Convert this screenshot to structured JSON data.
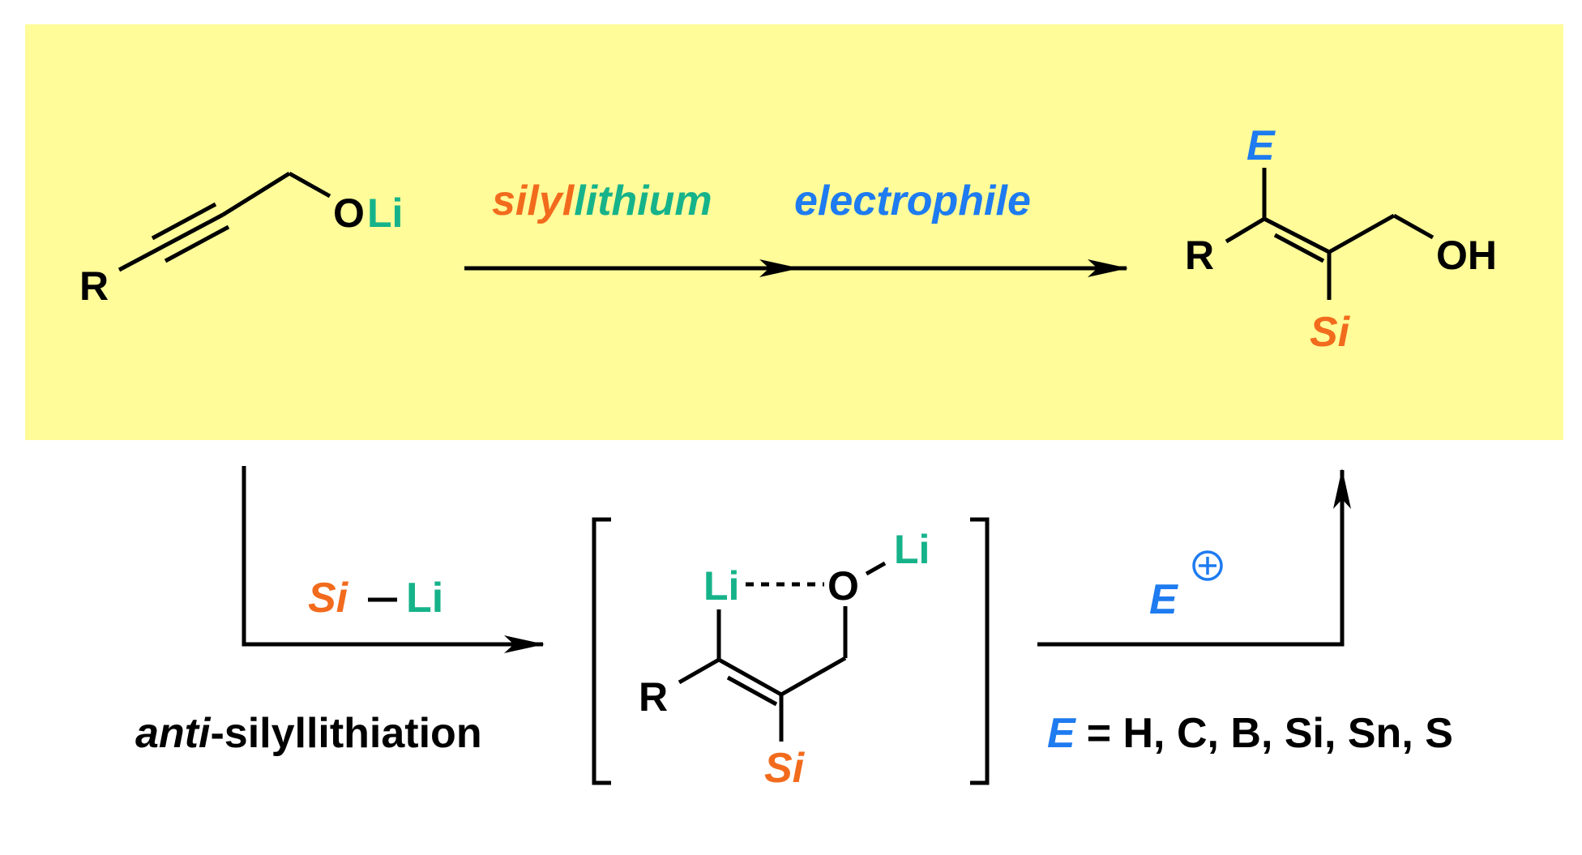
{
  "colors": {
    "highlight": "#FFFC99",
    "silicon": "#F26B1D",
    "lithium": "#16B38A",
    "electrophile": "#1E7BF0",
    "black": "#000000"
  },
  "top_reaction": {
    "reactant": {
      "r_label": "R",
      "o_label": "O",
      "li_label": "Li"
    },
    "reagent1": {
      "part1": "silyl",
      "part2": "lithium"
    },
    "reagent2": "electrophile",
    "product": {
      "e_label": "E",
      "r_label": "R",
      "oh_label": "OH",
      "si_label": "Si"
    }
  },
  "bottom_pathway": {
    "reagent": {
      "si": "Si",
      "li": "Li"
    },
    "process_label": {
      "italic": "anti",
      "rest": "-silyllithiation"
    },
    "intermediate": {
      "li_vinyl": "Li",
      "o": "O",
      "li_o": "Li",
      "r_label": "R",
      "si_label": "Si"
    },
    "electrophile": {
      "e": "E",
      "charge": "+"
    },
    "scope": {
      "e": "E",
      "text": "= H, C, B, Si, Sn, S"
    }
  }
}
